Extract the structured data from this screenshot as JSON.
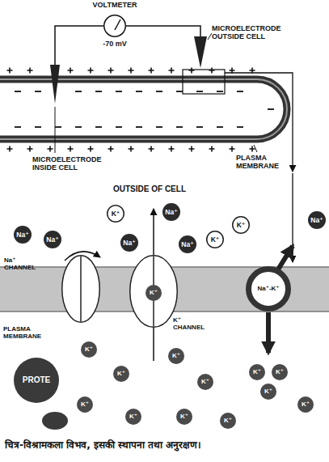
{
  "diagram": {
    "caption": "चित्र-विश्रामकला विभव, इसकी स्थापना तथा अनुरक्षण।",
    "nodes": [
      {
        "text": [
          "VOLTMETER",
          "-70 mV"
        ]
      },
      {
        "text": [
          "Na⁺"
        ]
      },
      {
        "text": [
          "Na⁺"
        ]
      },
      {
        "text": [
          "K⁺"
        ]
      },
      {
        "text": [
          "Na⁺"
        ]
      },
      {
        "text": [
          "Na⁺"
        ]
      },
      {
        "text": [
          "Na⁺"
        ]
      },
      {
        "text": [
          "K⁺"
        ]
      },
      {
        "text": [
          "K⁺"
        ]
      },
      {
        "text": [
          "Na⁺"
        ]
      },
      {
        "text": [
          "Na⁺ CHANNEL"
        ]
      },
      {
        "text": [
          "K⁺ CHANNEL"
        ]
      },
      {
        "text": [
          "K⁺"
        ],
        "in": 11
      },
      {
        "text": [
          "Na⁺-K⁺"
        ]
      },
      {
        "text": [
          "PROTE"
        ]
      },
      {
        "text": [
          "K⁺"
        ]
      },
      {
        "text": [
          "K⁺"
        ]
      },
      {
        "text": [
          "K⁺"
        ]
      },
      {
        "text": [
          "K⁺"
        ]
      },
      {
        "text": [
          "K⁺"
        ]
      },
      {
        "text": [
          "K⁺"
        ]
      },
      {
        "text": [
          "K⁺"
        ]
      },
      {
        "text": [
          "K⁺"
        ]
      },
      {
        "text": [
          "K⁺"
        ]
      },
      {
        "text": [
          "K⁺"
        ]
      },
      {
        "text": [
          "K⁺"
        ]
      },
      {
        "text": [
          "K⁺"
        ]
      }
    ],
    "labels": [
      "MICROELECTRODE OUTSIDE CELL",
      "MICROELECTRODE INSIDE CELL",
      "PLASMA MEMBRANE",
      "OUTSIDE OF CELL",
      "PLASMA MEMBRANE"
    ]
  }
}
